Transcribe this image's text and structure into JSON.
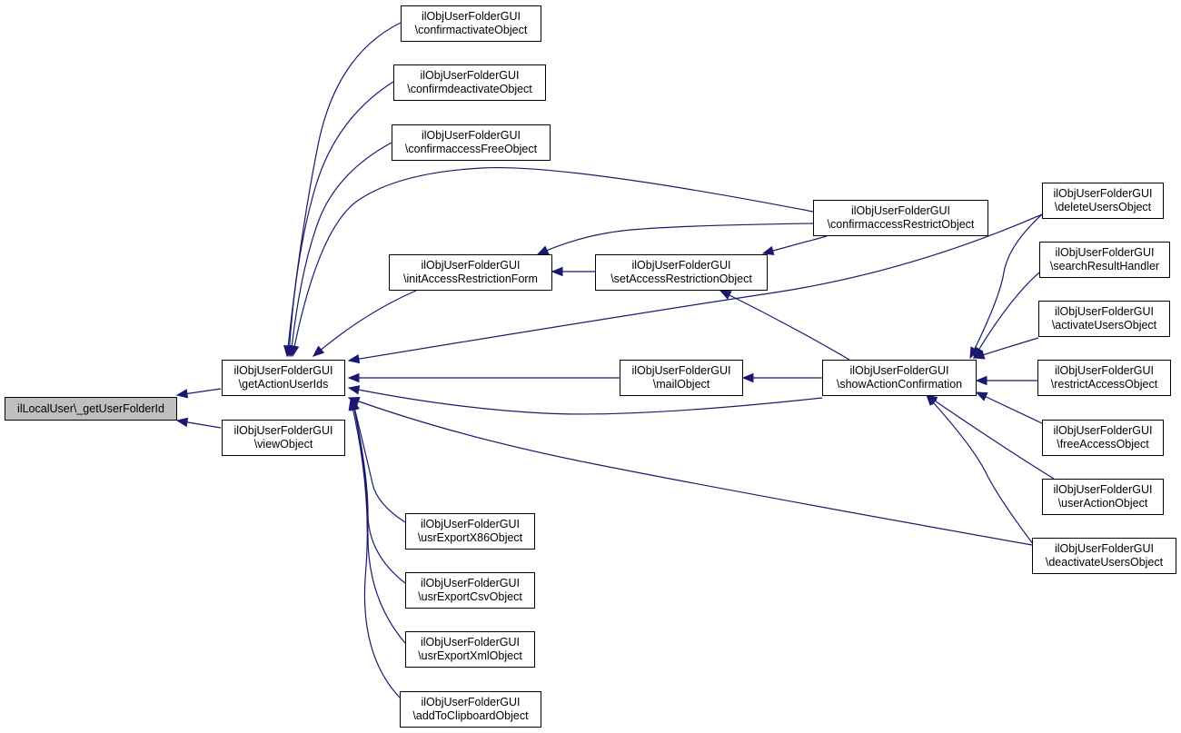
{
  "colors": {
    "edge": "#191970",
    "root_fill": "#bfbfbf",
    "node_fill": "#ffffff",
    "node_border": "#000000"
  },
  "nodes": {
    "root": {
      "line1": "ilLocalUser\\_getUserFolderId"
    },
    "getAction": {
      "line1": "ilObjUserFolderGUI",
      "line2": "\\getActionUserIds"
    },
    "viewObj": {
      "line1": "ilObjUserFolderGUI",
      "line2": "\\viewObject"
    },
    "confAct": {
      "line1": "ilObjUserFolderGUI",
      "line2": "\\confirmactivateObject"
    },
    "confDeact": {
      "line1": "ilObjUserFolderGUI",
      "line2": "\\confirmdeactivateObject"
    },
    "confFree": {
      "line1": "ilObjUserFolderGUI",
      "line2": "\\confirmaccessFreeObject"
    },
    "initForm": {
      "line1": "ilObjUserFolderGUI",
      "line2": "\\initAccessRestrictionForm"
    },
    "setAccess": {
      "line1": "ilObjUserFolderGUI",
      "line2": "\\setAccessRestrictionObject"
    },
    "confRestr": {
      "line1": "ilObjUserFolderGUI",
      "line2": "\\confirmaccessRestrictObject"
    },
    "mailObj": {
      "line1": "ilObjUserFolderGUI",
      "line2": "\\mailObject"
    },
    "showAction": {
      "line1": "ilObjUserFolderGUI",
      "line2": "\\showActionConfirmation"
    },
    "deleteUsers": {
      "line1": "ilObjUserFolderGUI",
      "line2": "\\deleteUsersObject"
    },
    "searchRes": {
      "line1": "ilObjUserFolderGUI",
      "line2": "\\searchResultHandler"
    },
    "activateU": {
      "line1": "ilObjUserFolderGUI",
      "line2": "\\activateUsersObject"
    },
    "restrictA": {
      "line1": "ilObjUserFolderGUI",
      "line2": "\\restrictAccessObject"
    },
    "freeAccess": {
      "line1": "ilObjUserFolderGUI",
      "line2": "\\freeAccessObject"
    },
    "userAction": {
      "line1": "ilObjUserFolderGUI",
      "line2": "\\userActionObject"
    },
    "deactU": {
      "line1": "ilObjUserFolderGUI",
      "line2": "\\deactivateUsersObject"
    },
    "expX86": {
      "line1": "ilObjUserFolderGUI",
      "line2": "\\usrExportX86Object"
    },
    "expCsv": {
      "line1": "ilObjUserFolderGUI",
      "line2": "\\usrExportCsvObject"
    },
    "expXml": {
      "line1": "ilObjUserFolderGUI",
      "line2": "\\usrExportXmlObject"
    },
    "addClip": {
      "line1": "ilObjUserFolderGUI",
      "line2": "\\addToClipboardObject"
    }
  },
  "edges": [
    [
      "getAction",
      "root"
    ],
    [
      "viewObj",
      "root"
    ],
    [
      "confAct",
      "getAction"
    ],
    [
      "confDeact",
      "getAction"
    ],
    [
      "confFree",
      "getAction"
    ],
    [
      "confRestr",
      "getAction"
    ],
    [
      "initForm",
      "getAction"
    ],
    [
      "deleteUsers",
      "getAction"
    ],
    [
      "mailObj",
      "getAction"
    ],
    [
      "showAction",
      "getAction"
    ],
    [
      "deactU",
      "getAction"
    ],
    [
      "expX86",
      "getAction"
    ],
    [
      "expCsv",
      "getAction"
    ],
    [
      "expXml",
      "getAction"
    ],
    [
      "addClip",
      "getAction"
    ],
    [
      "confRestr",
      "initForm"
    ],
    [
      "setAccess",
      "initForm"
    ],
    [
      "confRestr",
      "setAccess"
    ],
    [
      "showAction",
      "setAccess"
    ],
    [
      "showAction",
      "mailObj"
    ],
    [
      "deleteUsers",
      "showAction"
    ],
    [
      "searchRes",
      "showAction"
    ],
    [
      "activateU",
      "showAction"
    ],
    [
      "restrictA",
      "showAction"
    ],
    [
      "freeAccess",
      "showAction"
    ],
    [
      "userAction",
      "showAction"
    ],
    [
      "deactU",
      "showAction"
    ]
  ]
}
